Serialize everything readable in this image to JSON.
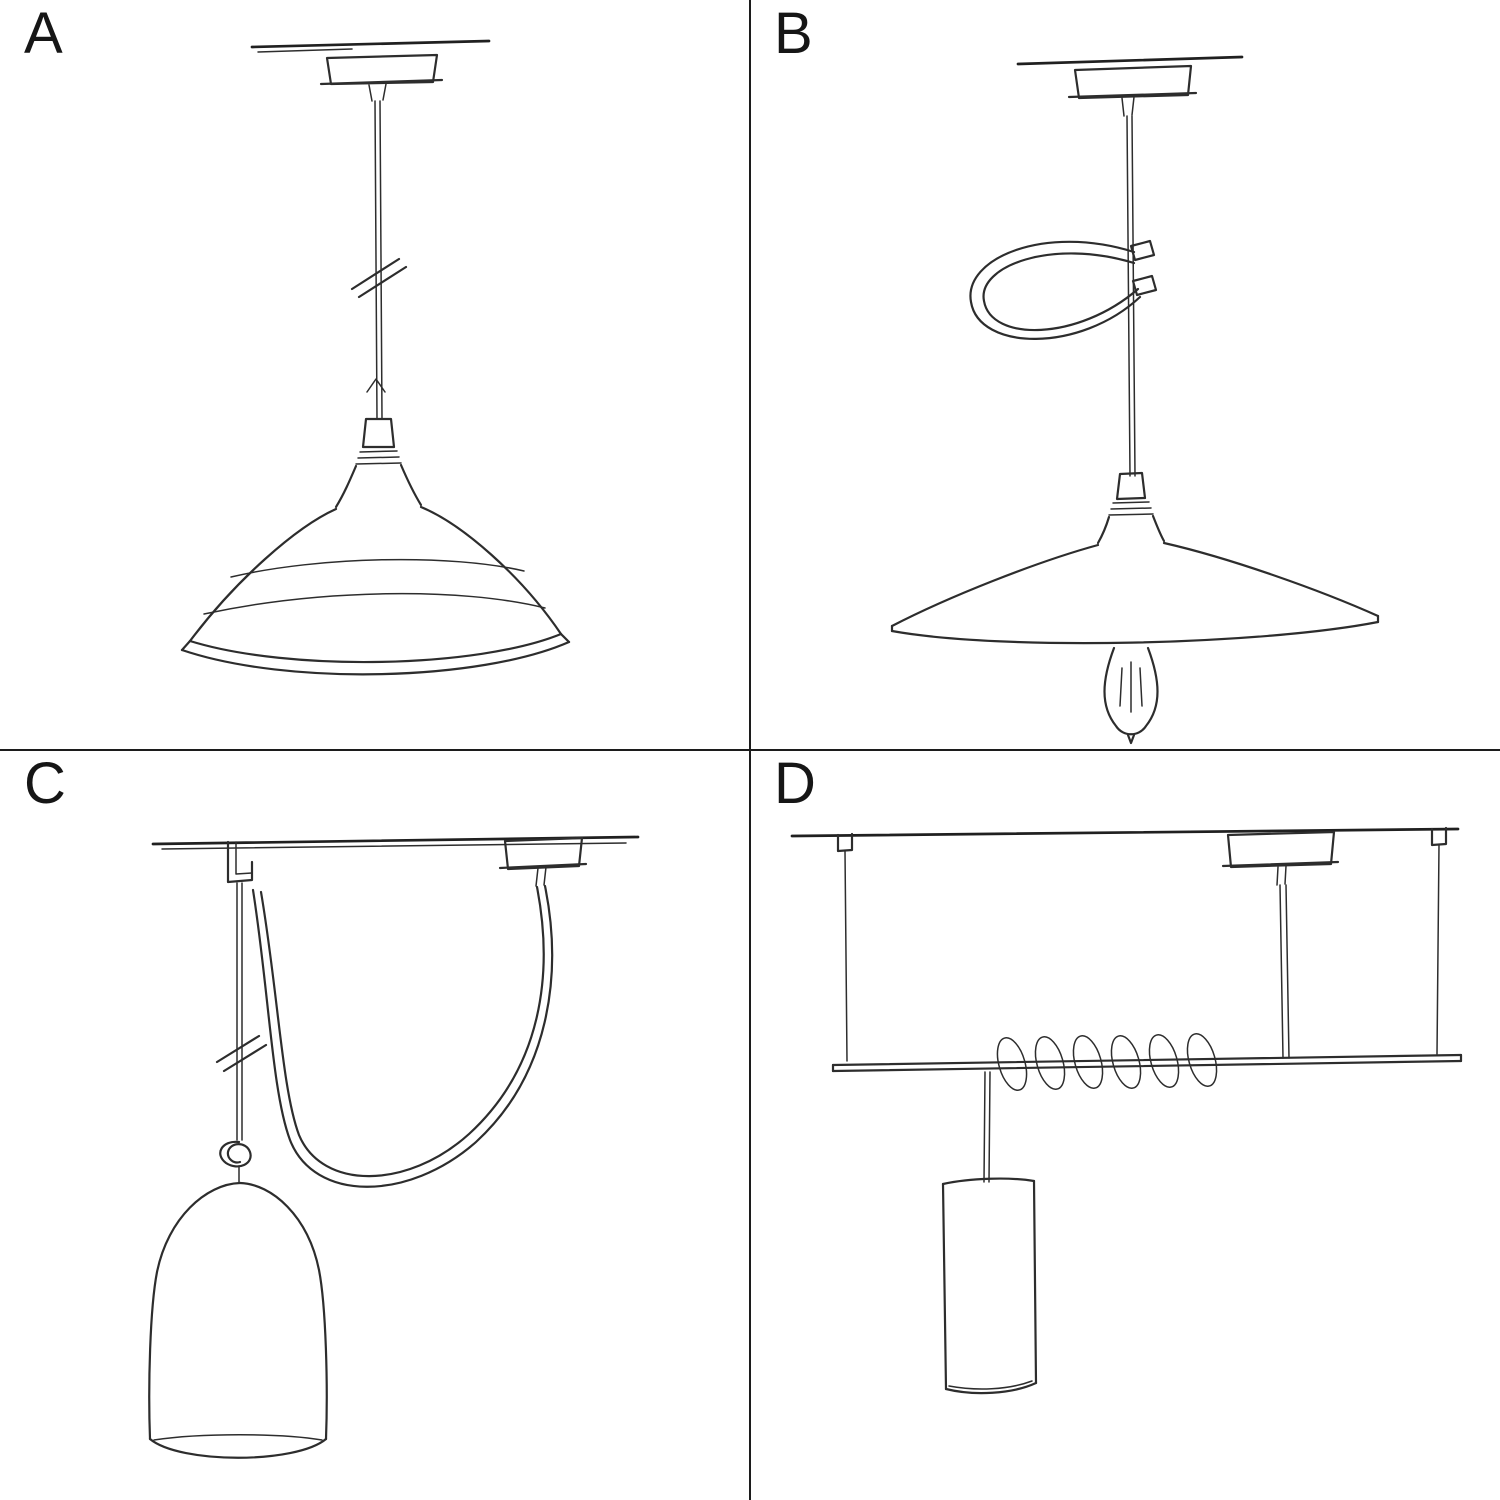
{
  "page": {
    "background_color": "#ffffff",
    "ink_color": "#2d2d2d",
    "divider_color": "#1c1c1c"
  },
  "panels": [
    {
      "label": "A",
      "illustration": "pendant-sketch-shortened-cable-industrial-bowl-shade"
    },
    {
      "label": "B",
      "illustration": "pendant-sketch-cable-loop-flat-shade-exposed-bulb"
    },
    {
      "label": "C",
      "illustration": "pendant-sketch-swag-hook-bell-shade"
    },
    {
      "label": "D",
      "illustration": "pendant-sketch-suspended-bar-coiled-cable-tube-shade"
    }
  ]
}
